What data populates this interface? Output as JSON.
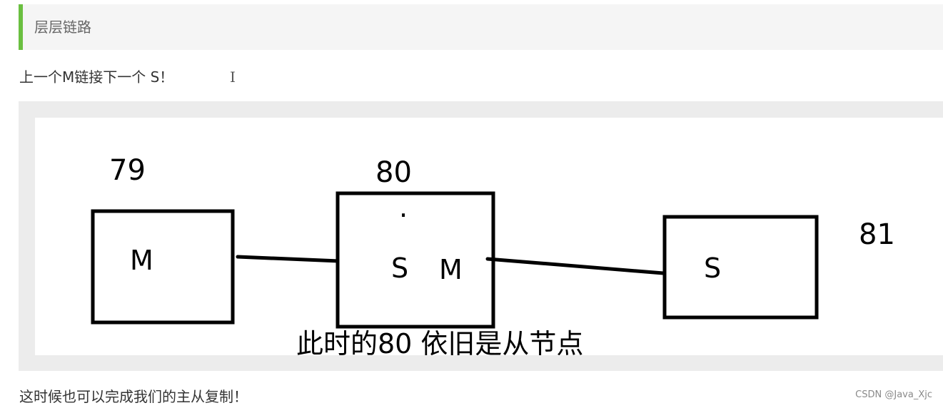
{
  "section": {
    "heading": "层层链路"
  },
  "intro": "上一个M链接下一个 S！",
  "cursor_glyph": "I",
  "diagram": {
    "nodes": [
      {
        "number": "79",
        "roles": [
          "M"
        ]
      },
      {
        "number": "80",
        "roles": [
          "S",
          "M"
        ],
        "marker": "·"
      },
      {
        "number": "81",
        "roles": [
          "S"
        ]
      }
    ],
    "caption": "此时的80 依旧是从节点"
  },
  "outro": "这时候也可以完成我们的主从复制！",
  "watermark": "CSDN @Java_Xjc",
  "colors": {
    "accent_bar": "#6abf40",
    "heading_background": "#f5f5f5",
    "figure_frame": "#ececec"
  }
}
